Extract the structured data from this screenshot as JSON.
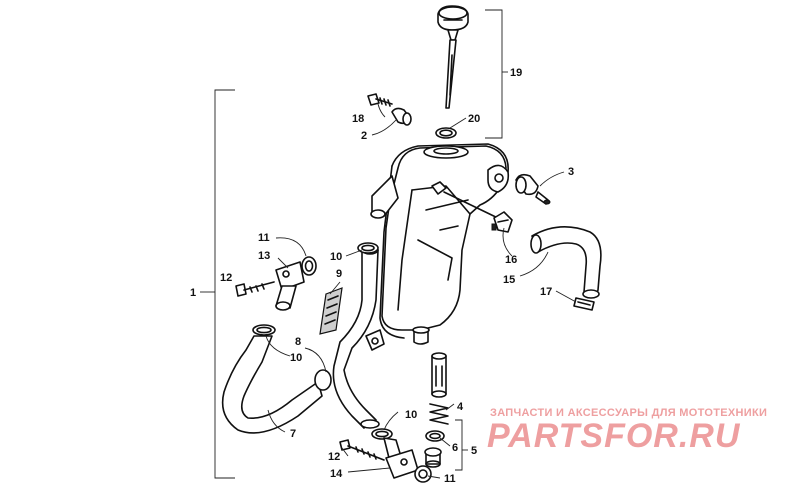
{
  "diagram": {
    "callouts": {
      "c1": "1",
      "c2": "2",
      "c3": "3",
      "c4": "4",
      "c5": "5",
      "c6": "6",
      "c7": "7",
      "c8": "8",
      "c9": "9",
      "c10a": "10",
      "c10b": "10",
      "c10c": "10",
      "c11a": "11",
      "c11b": "11",
      "c12a": "12",
      "c12b": "12",
      "c13": "13",
      "c14": "14",
      "c15": "15",
      "c16": "16",
      "c17": "17",
      "c18": "18",
      "c19": "19",
      "c20": "20"
    }
  },
  "watermark": {
    "tagline": "ЗАПЧАСТИ И АКСЕССУАРЫ ДЛЯ МОТОТЕХНИКИ",
    "brand": "PARTSFOR.RU",
    "color": "#ee9fa0"
  }
}
